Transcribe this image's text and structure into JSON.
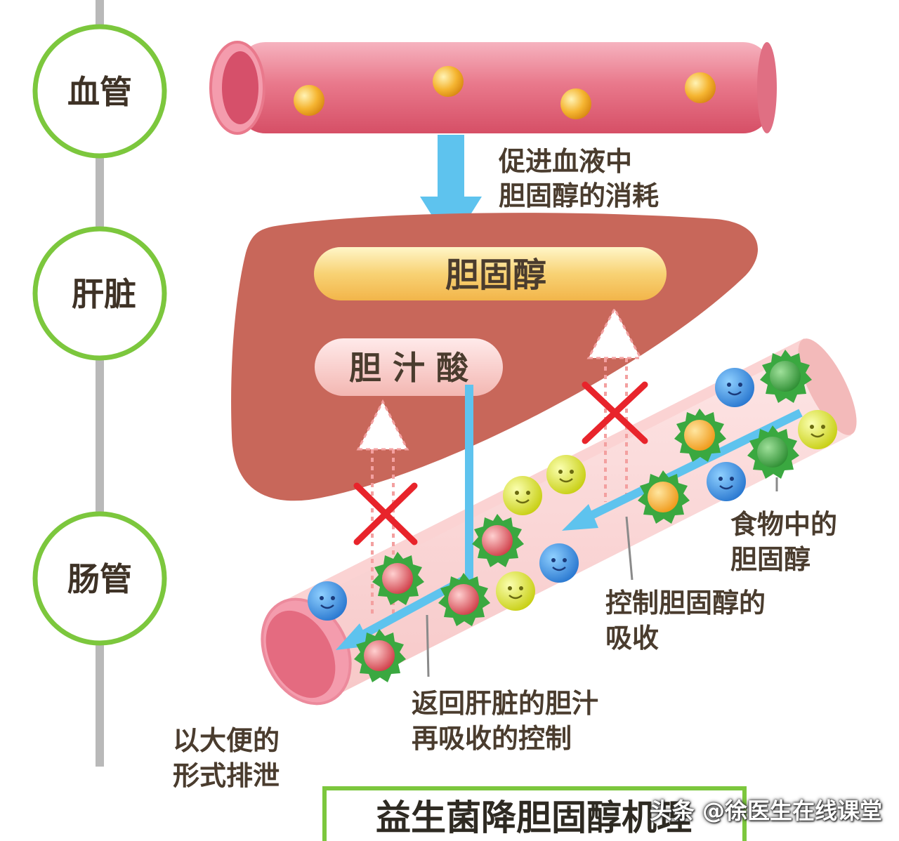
{
  "stages": {
    "vessel": "血管",
    "liver": "肝脏",
    "intestine": "肠管"
  },
  "liver": {
    "cholesterol": "胆固醇",
    "bile_acid": "胆 汁 酸"
  },
  "notes": {
    "promote_line1": "促进血液中",
    "promote_line2": "胆固醇的消耗",
    "food_line1": "食物中的",
    "food_line2": "胆固醇",
    "control_line1": "控制胆固醇的",
    "control_line2": "吸收",
    "bile_line1": "返回肝脏的胆汁",
    "bile_line2": "再吸收的控制",
    "feces_line1": "以大便的",
    "feces_line2": "形式排泄"
  },
  "title": "益生菌降胆固醇机理",
  "watermark": "头条 @徐医生在线课堂",
  "colors": {
    "circle_border": "#7cc73d",
    "vessel": "#e9798c",
    "liver": "#c8675a",
    "arrow_blue": "#5ec3ee",
    "cross_red": "#e8242b",
    "cholesterol_bar": "#f8d274",
    "bacteria_green": "#3aa840"
  }
}
